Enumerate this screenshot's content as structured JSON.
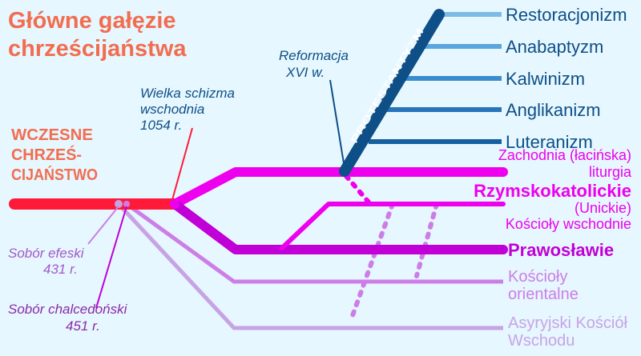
{
  "title": {
    "line1": "Główne gałęzie",
    "line2": "chrześcijaństwa"
  },
  "early": {
    "line1": "WCZESNE",
    "line2": "CHRZEŚ-",
    "line3": "CIJAŃSTWO"
  },
  "schism": {
    "line1": "Wielka schizma",
    "line2": "wschodnia",
    "line3": "1054 r."
  },
  "reformation": {
    "line1": "Reformacja",
    "line2": "XVI w."
  },
  "protestantism": "PROTESTANTYZM",
  "ephesus": {
    "line1": "Sobór efeski",
    "line2": "431 r."
  },
  "chalcedon": {
    "line1": "Sobór chalcedoński",
    "line2": "451 r."
  },
  "protestant_branches": [
    "Restoracjonizm",
    "Anabaptyzm",
    "Kalwinizm",
    "Anglikanizm",
    "Luteranizm"
  ],
  "western_liturgy": {
    "line1": "Zachodnia (łacińska)",
    "line2": "liturgia"
  },
  "catholic": "Rzymskokatolickie",
  "uniate": {
    "line1": "(Unickie)",
    "line2": "Kościoły wschodnie"
  },
  "orthodox": "Prawosławie",
  "oriental": {
    "line1": "Kościoły",
    "line2": "orientalne"
  },
  "assyrian": {
    "line1": "Asyryjski Kościół",
    "line2": "Wschodu"
  },
  "colors": {
    "background": "#e6f7ff",
    "title": "#f26d4f",
    "early": "#ff1a3a",
    "western": "#ee00ee",
    "protestant": "#0d4f86",
    "oriental": "#cc7ee6",
    "assyrian": "#c7a3e6",
    "orthodox": "#c000d6"
  }
}
